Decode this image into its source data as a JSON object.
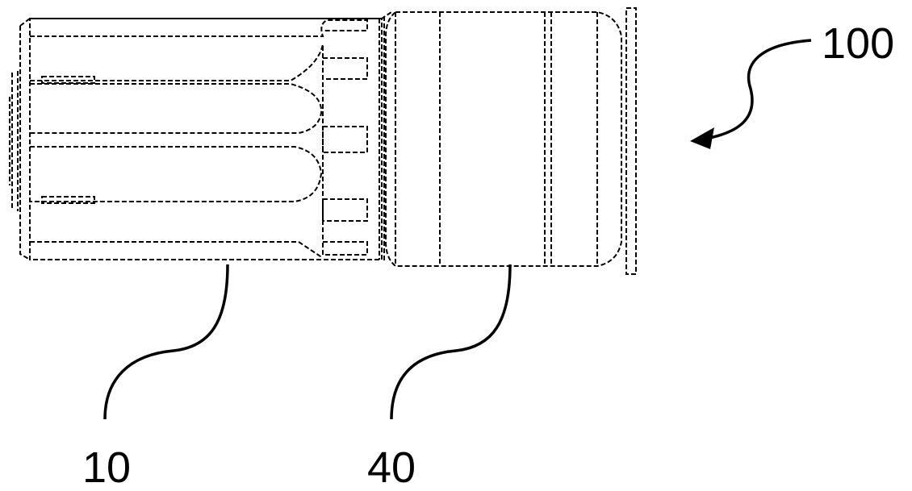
{
  "figure": {
    "labels": {
      "assembly": "100",
      "first_part": "10",
      "second_part": "40"
    },
    "colors": {
      "line": "#000000",
      "background": "#ffffff"
    }
  }
}
